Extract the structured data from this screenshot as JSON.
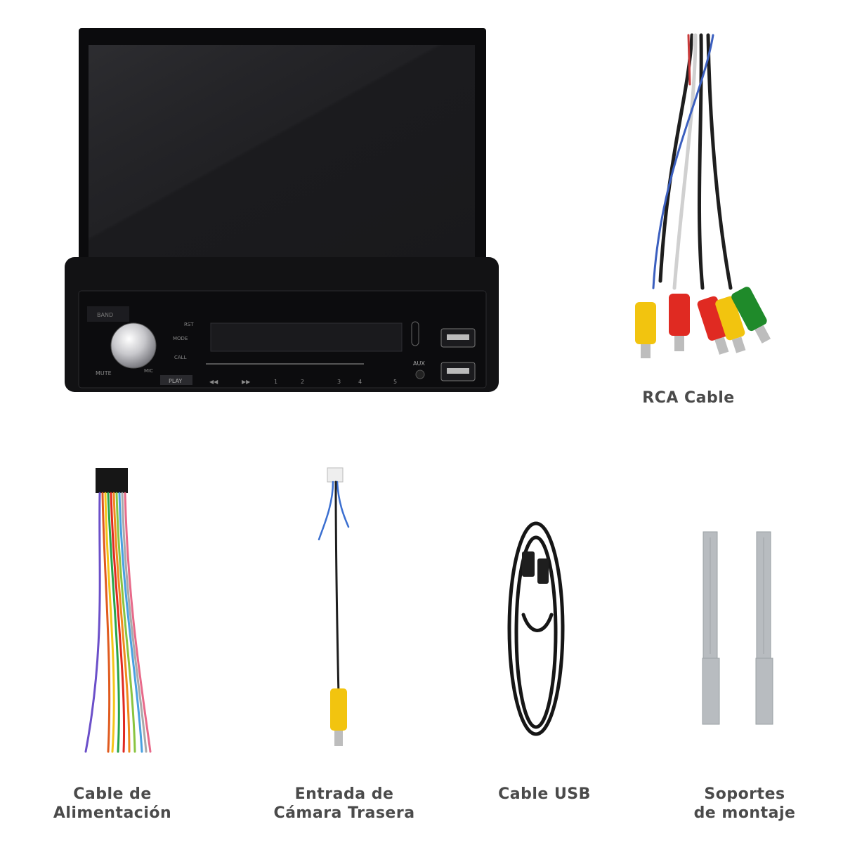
{
  "captions": {
    "rca": "RCA Cable",
    "power": {
      "line1": "Cable de",
      "line2": "Alimentación"
    },
    "camera": {
      "line1": "Entrada de",
      "line2": "Cámara Trasera"
    },
    "usb": "Cable USB",
    "brackets": {
      "line1": "Soportes",
      "line2": "de montaje"
    }
  },
  "radio_panel": {
    "buttons": {
      "mute": "MUTE",
      "mode": "MODE",
      "call": "CALL",
      "play": "PLAY",
      "aux": "AUX",
      "mic": "MIC",
      "rst": "RST",
      "band": "BAND"
    },
    "presets": [
      "1",
      "2",
      "3",
      "4",
      "5"
    ]
  },
  "colors": {
    "unit_body": "#101012",
    "screen": "#1a1a1c",
    "rca_yellow": "#f2c40f",
    "rca_red": "#e02a22",
    "rca_green": "#1f8a2a",
    "bracket": "#b8bcc0",
    "caption": "#4a4a4a"
  }
}
